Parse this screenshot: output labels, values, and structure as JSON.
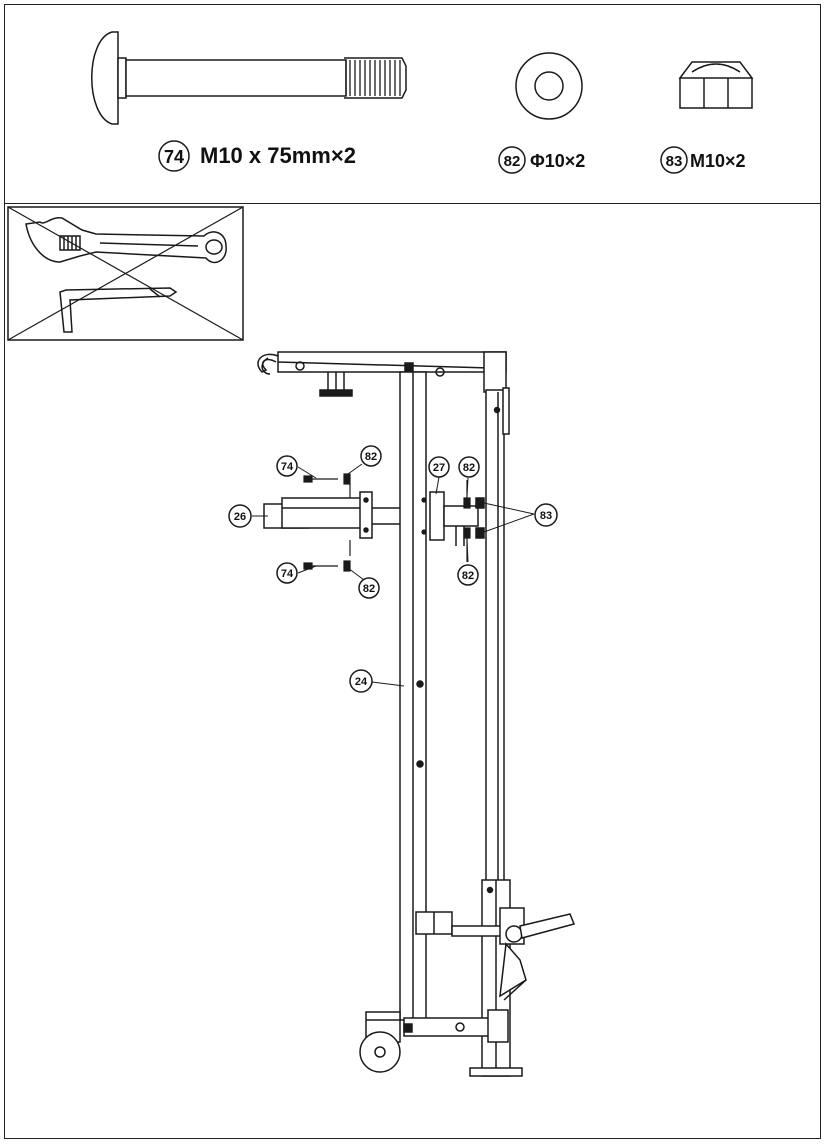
{
  "hardware": [
    {
      "part_no": "74",
      "spec": "M10 x 75mm×2",
      "icon": "carriage-bolt-icon"
    },
    {
      "part_no": "82",
      "spec": "Φ10×2",
      "icon": "washer-icon"
    },
    {
      "part_no": "83",
      "spec": "M10×2",
      "icon": "hex-nut-icon"
    }
  ],
  "tools": [
    {
      "name": "adjustable wrench",
      "icon": "adjustable-wrench-icon"
    },
    {
      "name": "hex key",
      "icon": "hex-key-icon"
    }
  ],
  "callouts": {
    "c74a": "74",
    "c82a": "82",
    "c26": "26",
    "c74b": "74",
    "c82b": "82",
    "c27": "27",
    "c82c": "82",
    "c83": "83",
    "c82d": "82",
    "c24": "24"
  },
  "colors": {
    "line": "#1a1a1a",
    "background": "#ffffff"
  }
}
